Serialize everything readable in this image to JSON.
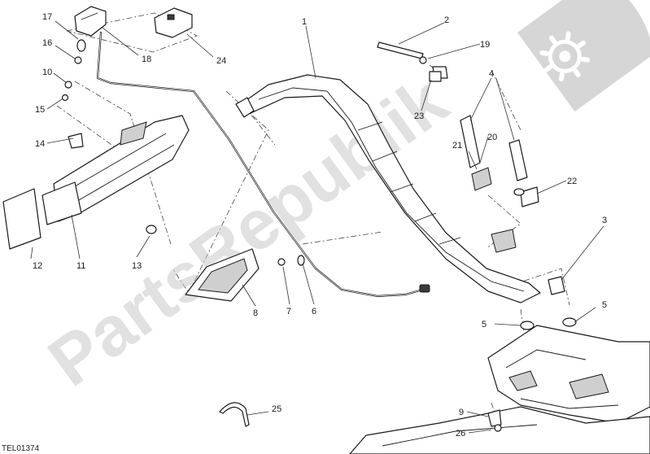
{
  "diagram": {
    "reference_code": "TEL01374",
    "watermark_text": "PartsRepublik",
    "callouts": [
      "1",
      "2",
      "3",
      "4",
      "5",
      "5",
      "6",
      "7",
      "8",
      "9",
      "10",
      "11",
      "12",
      "13",
      "14",
      "15",
      "16",
      "17",
      "18",
      "19",
      "20",
      "21",
      "22",
      "23",
      "24",
      "25",
      "26"
    ]
  },
  "colors": {
    "line": "#1a1a1a",
    "watermark": "#c9c9c9",
    "logo": "#c8c8c8"
  },
  "icons": [
    "gear-icon"
  ]
}
